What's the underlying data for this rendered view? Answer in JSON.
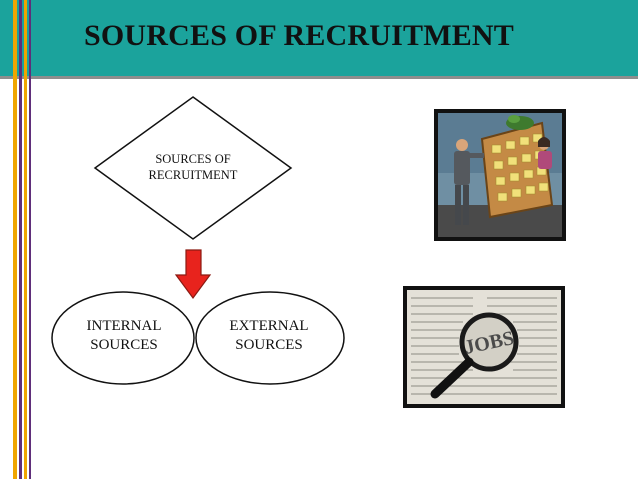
{
  "slide": {
    "title": "SOURCES OF RECRUITMENT"
  },
  "diagram": {
    "diamond_line1": "SOURCES OF",
    "diamond_line2": "RECRUITMENT",
    "internal_line1": "INTERNAL",
    "internal_line2": "SOURCES",
    "external_line1": "EXTERNAL",
    "external_line2": "SOURCES"
  },
  "photos": {
    "jobs_sign_text": "JOBS"
  },
  "colors": {
    "header": "#1ba39c",
    "arrow": "#e8231d",
    "stripe_gold": "#f0a500",
    "stripe_purple": "#5f2e7a"
  }
}
